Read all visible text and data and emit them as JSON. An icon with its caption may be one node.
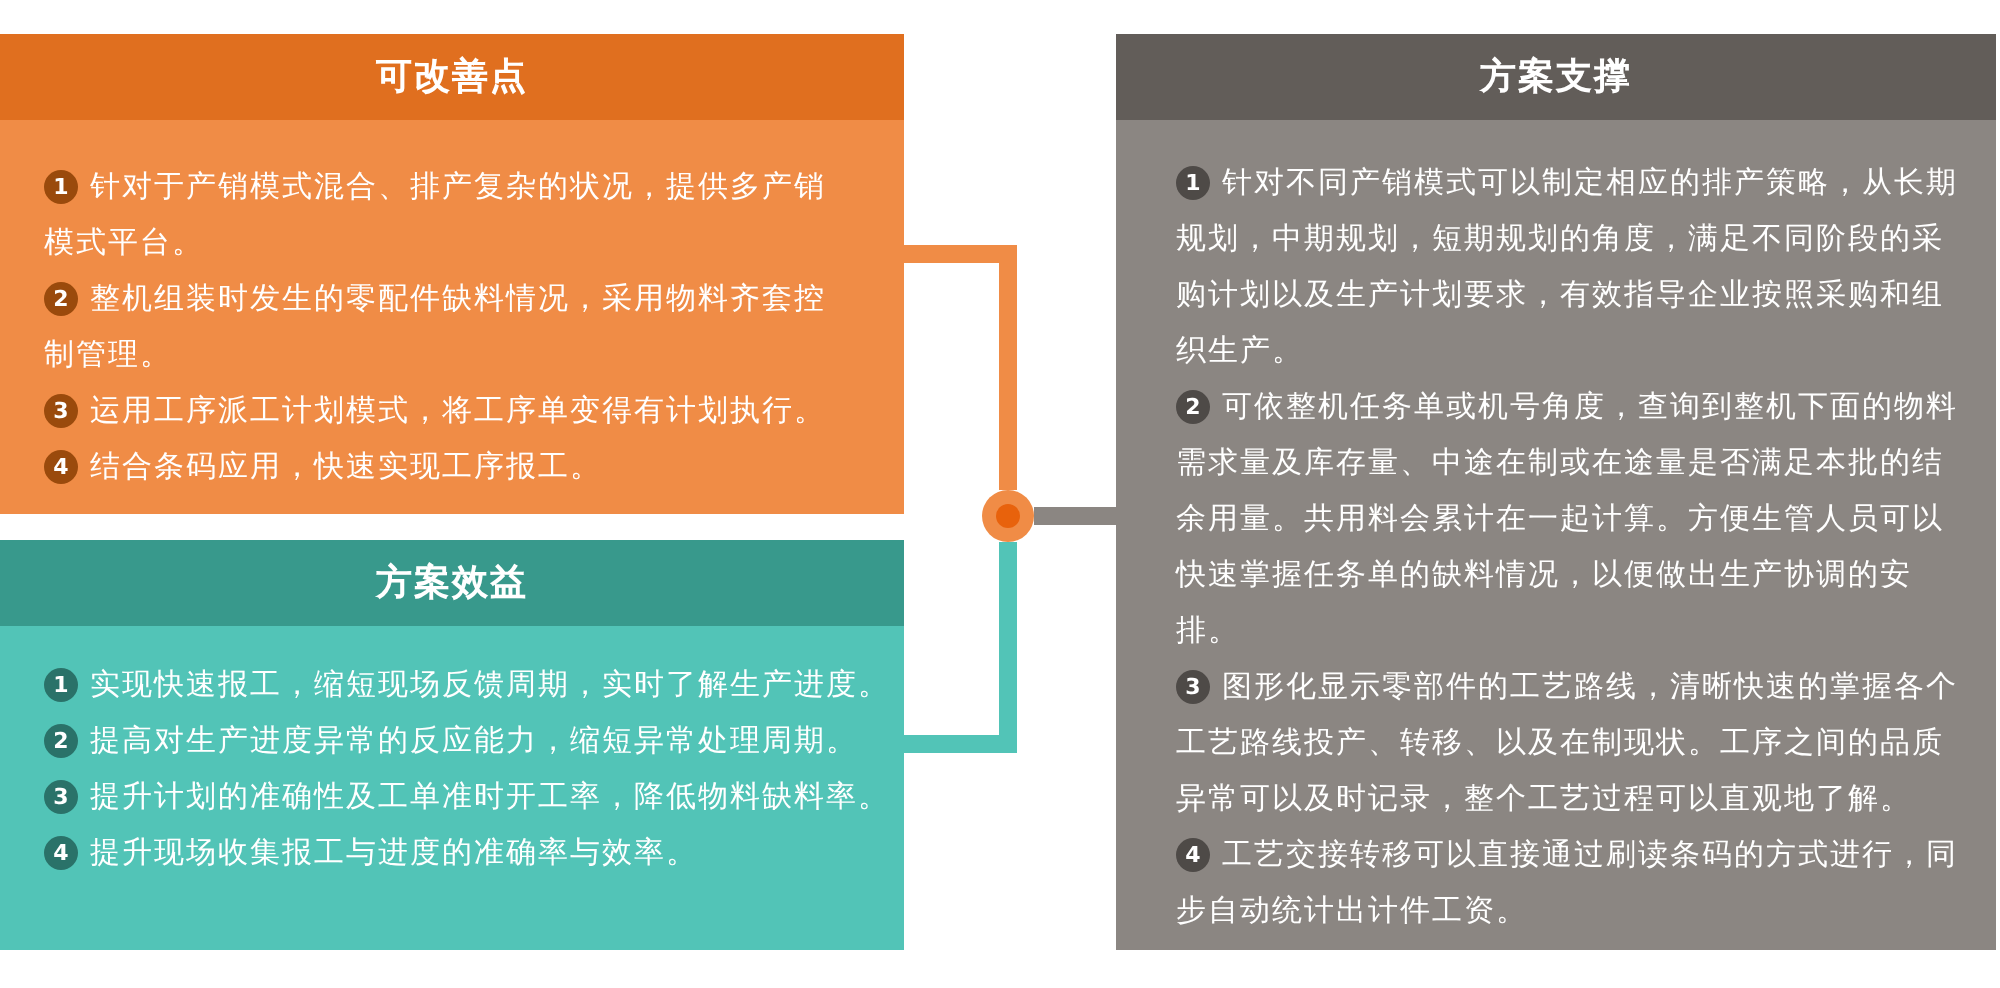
{
  "diagram": {
    "nodes": [
      {
        "text": [
          "可改善点",
          "1",
          "针对于产销模式混合、排产复杂的状况，提供多产销模式平台。",
          "2",
          "整机组装时发生的零配件缺料情况，采用物料齐套控制管理。",
          "3",
          "运用工序派工计划模式，将工序单变得有计划执行。",
          "4",
          "结合条码应用，快速实现工序报工。"
        ]
      },
      {
        "text": [
          "方案效益",
          "1",
          "实现快速报工，缩短现场反馈周期，实时了解生产进度。",
          "2",
          "提高对生产进度异常的反应能力，缩短异常处理周期。",
          "3",
          "提升计划的准确性及工单准时开工率，降低物料缺料率。",
          "4",
          "提升现场收集报工与进度的准确率与效率。"
        ]
      },
      {
        "text": [
          "方案支撑",
          "1",
          "针对不同产销模式可以制定相应的排产策略，从长期规划，中期规划，短期规划的角度，满足不同阶段的采购计划以及生产计划要求，有效指导企业按照采购和组织生产。",
          "2",
          "可依整机任务单或机号角度，查询到整机下面的物料需求量及库存量、中途在制或在途量是否满足本批的结余用量。共用料会累计在一起计算。方便生管人员可以快速掌握任务单的缺料情况，以便做出生产协调的安排。",
          "3",
          "图形化显示零部件的工艺路线，清晰快速的掌握各个工艺路线投产、转移、以及在制现状。工序之间的品质异常可以及时记录，整个工艺过程可以直观地了解。",
          "4",
          "工艺交接转移可以直接通过刷读条码的方式进行，同步自动统计出计件工资。"
        ]
      },
      {
        "text": [],
        "shape": "circle"
      }
    ],
    "edges": [
      {
        "from": 0,
        "to": 3,
        "arrow": "none",
        "color": "#f08c46"
      },
      {
        "from": 1,
        "to": 3,
        "arrow": "none",
        "color": "#52c4b7"
      },
      {
        "from": 3,
        "to": 2,
        "arrow": "none",
        "color": "#8b8682"
      }
    ]
  }
}
